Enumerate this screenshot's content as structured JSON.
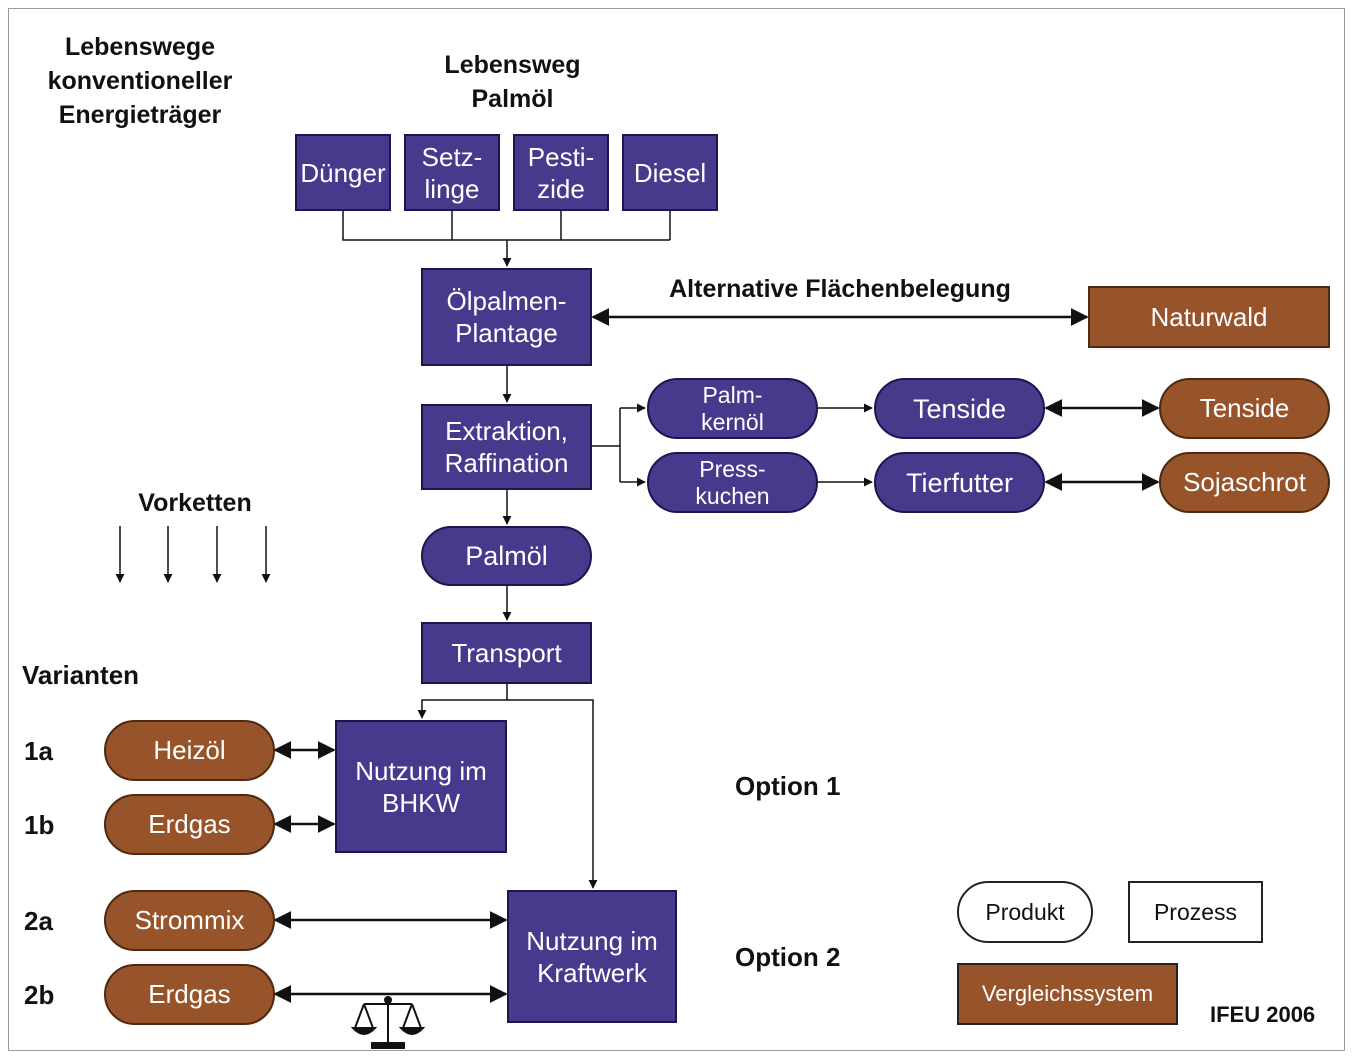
{
  "colors": {
    "process": "#473a8c",
    "comparison": "#97532a",
    "line": "#111111"
  },
  "headings": {
    "conventional": "Lebenswege\nkonventioneller\nEnergieträger",
    "palm_life": "Lebensweg\nPalmöl",
    "alt_land": "Alternative Flächenbelegung",
    "upstream": "Vorketten",
    "variants": "Varianten",
    "option1": "Option 1",
    "option2": "Option 2"
  },
  "inputs": [
    "Dünger",
    "Setz-\nlinge",
    "Pesti-\nzide",
    "Diesel"
  ],
  "chain": {
    "plantation": "Ölpalmen-\nPlantage",
    "extraction": "Extraktion,\nRaffination",
    "palm_oil": "Palmöl",
    "transport": "Transport",
    "bhkw": "Nutzung im\nBHKW",
    "power_plant": "Nutzung im\nKraftwerk"
  },
  "coproducts": {
    "kernel_oil": "Palm-\nkernöl",
    "press_cake": "Press-\nkuchen",
    "surfactants": "Tenside",
    "feed": "Tierfutter"
  },
  "comparison": {
    "forest": "Naturwald",
    "surfactants": "Tenside",
    "soy_meal": "Sojaschrot",
    "heating_oil": "Heizöl",
    "gas_1b": "Erdgas",
    "power_mix": "Strommix",
    "gas_2b": "Erdgas"
  },
  "variant_labels": [
    "1a",
    "1b",
    "2a",
    "2b"
  ],
  "legend": {
    "product": "Produkt",
    "process": "Prozess",
    "reference": "Vergleichssystem"
  },
  "credit": "IFEU 2006",
  "icons": {
    "balance": "scales-icon"
  }
}
